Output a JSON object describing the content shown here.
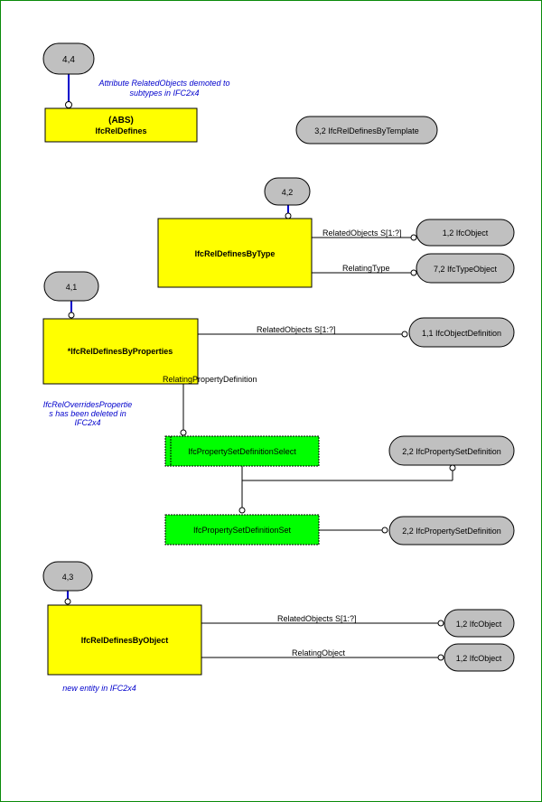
{
  "page_refs": {
    "ref_4_4": "4,4",
    "ref_4_2": "4,2",
    "ref_4_1": "4,1",
    "ref_4_3": "4,3"
  },
  "entities": {
    "ifc_rel_defines": {
      "abs": "(ABS)",
      "name": "IfcRelDefines"
    },
    "ifc_rel_defines_by_type": "IfcRelDefinesByType",
    "ifc_rel_defines_by_properties": "*IfcRelDefinesByProperties",
    "ifc_rel_defines_by_object": "IfcRelDefinesByObject"
  },
  "selects": {
    "property_set_definition_select": "IfcPropertySetDefinitionSelect",
    "property_set_definition_set": "IfcPropertySetDefinitionSet"
  },
  "references": {
    "by_template": "3,2 IfcRelDefinesByTemplate",
    "type_related_objects": "1,2 IfcObject",
    "type_relating_type": "7,2 IfcTypeObject",
    "props_related_objects": "1,1 IfcObjectDefinition",
    "select_target": "2,2 IfcPropertySetDefinition",
    "set_target": "2,2 IfcPropertySetDefinition",
    "object_related_objects": "1,2 IfcObject",
    "object_relating_object": "1,2 IfcObject"
  },
  "relations": {
    "type_related_objects": "RelatedObjects S[1:?]",
    "type_relating_type": "RelatingType",
    "props_related_objects": "RelatedObjects S[1:?]",
    "props_relating_property_definition": "RelatingPropertyDefinition",
    "object_related_objects": "RelatedObjects S[1:?]",
    "object_relating_object": "RelatingObject"
  },
  "notes": {
    "demoted": [
      "Attribute RelatedObjects demoted to",
      "subtypes in IFC2x4"
    ],
    "overrides_deleted": [
      "IfcRelOverridesPropertie",
      "s has been deleted in",
      "IFC2x4"
    ],
    "new_entity": "new entity in IFC2x4"
  },
  "colors": {
    "entity_fill": "#ffff00",
    "select_fill": "#00ff00",
    "reference_fill": "#c0c0c0",
    "page_ref_line": "#0000cc",
    "note_text": "#0000cc",
    "frame_border": "#0a8a0a"
  }
}
